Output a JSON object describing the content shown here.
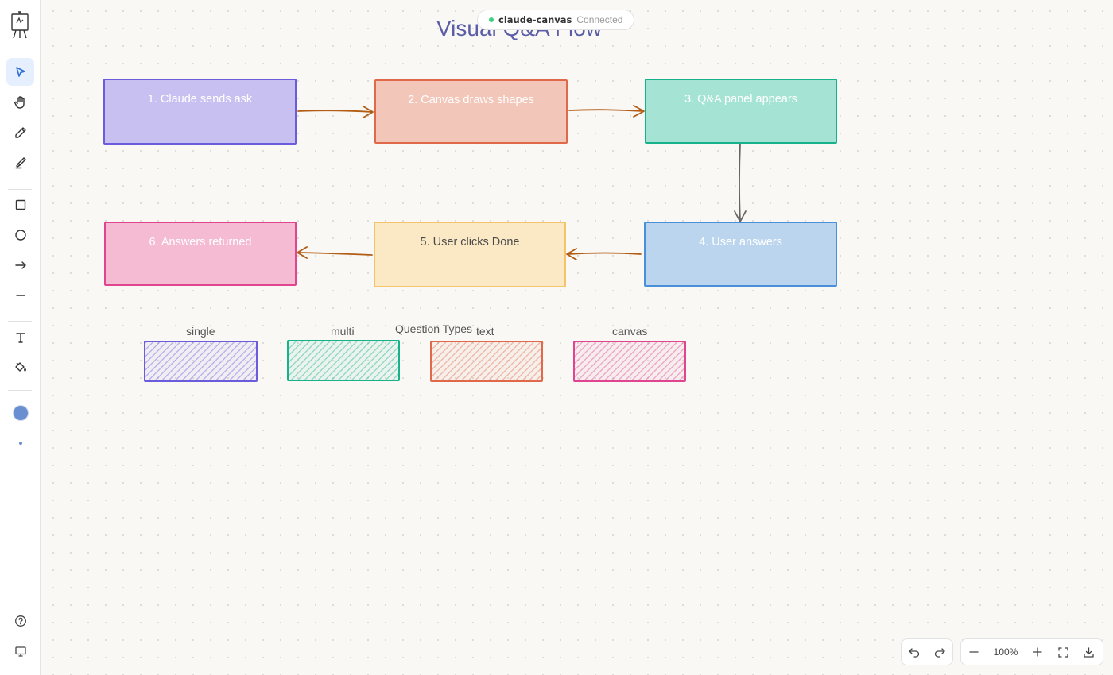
{
  "status": {
    "name": "claude-canvas",
    "state": "Connected",
    "dot_color": "#3fcf7e"
  },
  "toolbar": {
    "tools": [
      {
        "name": "select-tool",
        "icon": "cursor-icon",
        "active": true
      },
      {
        "name": "hand-tool",
        "icon": "hand-icon"
      },
      {
        "name": "pen-tool",
        "icon": "pencil-icon"
      },
      {
        "name": "highlighter-tool",
        "icon": "highlighter-icon"
      },
      {
        "name": "rectangle-tool",
        "icon": "square-icon"
      },
      {
        "name": "ellipse-tool",
        "icon": "circle-icon"
      },
      {
        "name": "arrow-tool",
        "icon": "arrow-right-icon"
      },
      {
        "name": "line-tool",
        "icon": "line-icon"
      },
      {
        "name": "text-tool",
        "icon": "text-icon"
      },
      {
        "name": "fill-tool",
        "icon": "paint-bucket-icon"
      }
    ],
    "color_swatch": "#6a8fd0",
    "stroke_dot": "#6a8fd0"
  },
  "canvas": {
    "title": "Visual Q&A Flow",
    "flow_steps": [
      {
        "label": "1. Claude sends ask",
        "fill": "#c8c0f0",
        "stroke": "#6b5cdc"
      },
      {
        "label": "2. Canvas draws shapes",
        "fill": "#f2c6b8",
        "stroke": "#e0694a"
      },
      {
        "label": "3. Q&A panel appears",
        "fill": "#a5e4d4",
        "stroke": "#17b18a"
      },
      {
        "label": "4. User answers",
        "fill": "#bcd5ee",
        "stroke": "#4a90d9"
      },
      {
        "label": "5. User clicks Done",
        "fill": "#fbe9c6",
        "stroke": "#f5c46a"
      },
      {
        "label": "6. Answers returned",
        "fill": "#f4bbd3",
        "stroke": "#e0458f"
      }
    ],
    "arrow_colors": {
      "forward": "#b25c14",
      "down": "#666666"
    },
    "question_types_title": "Question Types",
    "question_types": [
      {
        "label": "single",
        "color": "#6b5cdc"
      },
      {
        "label": "multi",
        "color": "#17b18a"
      },
      {
        "label": "text",
        "color": "#e0694a"
      },
      {
        "label": "canvas",
        "color": "#e0458f"
      }
    ]
  },
  "bottom_bar": {
    "zoom": "100%"
  }
}
